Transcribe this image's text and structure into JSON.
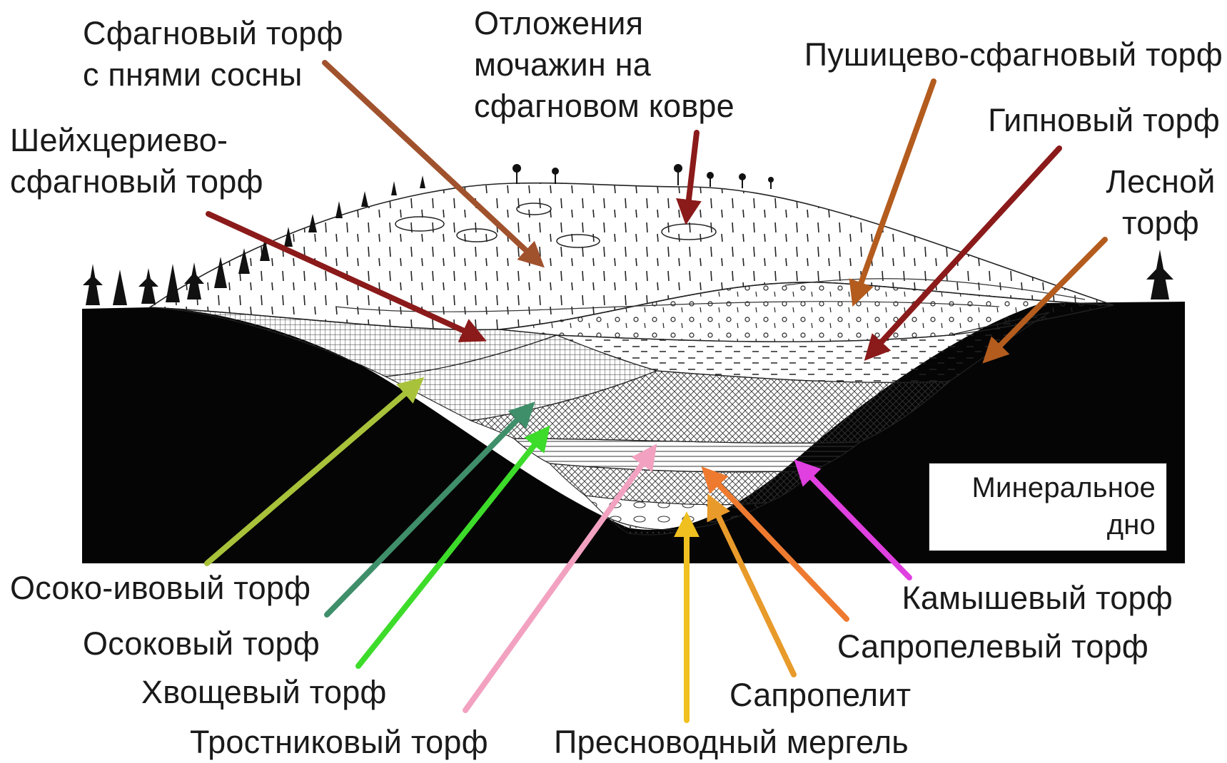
{
  "labels": {
    "sphagnum_pine": [
      "Сфагновый торф",
      "с пнями сосны"
    ],
    "hollow_deposits": [
      "Отложения",
      "мочажин на",
      "сфагновом ковре"
    ],
    "cottongrass_sphagnum": [
      "Пушицево-сфагновый торф"
    ],
    "hypnum": [
      "Гипновый торф"
    ],
    "scheuchzeria_sphagnum": [
      "Шейхцериево-",
      "сфагновый торф"
    ],
    "forest": [
      "Лесной",
      "торф"
    ],
    "mineral_bottom": [
      "Минеральное",
      "дно"
    ],
    "sedge_willow": [
      "Осоко-ивовый торф"
    ],
    "sedge": [
      "Осоковый торф"
    ],
    "horsetail": [
      "Хвощевый торф"
    ],
    "reed": [
      "Тростниковый торф"
    ],
    "freshwater_marl": [
      "Пресноводный мергель"
    ],
    "sapropelite": [
      "Сапропелит"
    ],
    "sapropel_peat": [
      "Сапропелевый торф"
    ],
    "bulrush": [
      "Камышевый торф"
    ]
  },
  "arrow_colors": {
    "sphagnum_pine": "#a0522d",
    "hollow_deposits": "#8b1a1a",
    "cottongrass_sphagnum": "#b35c1e",
    "hypnum": "#8b1a1a",
    "scheuchzeria_sphagnum": "#8b1a1a",
    "forest": "#b35c1e",
    "sedge_willow": "#a8c23a",
    "sedge": "#3f8f6a",
    "horsetail": "#3ddc2a",
    "reed": "#f2a2c0",
    "freshwater_marl": "#f0c020",
    "sapropelite": "#e89a2a",
    "sapropel_peat": "#ee7a30",
    "bulrush": "#e040e0"
  }
}
